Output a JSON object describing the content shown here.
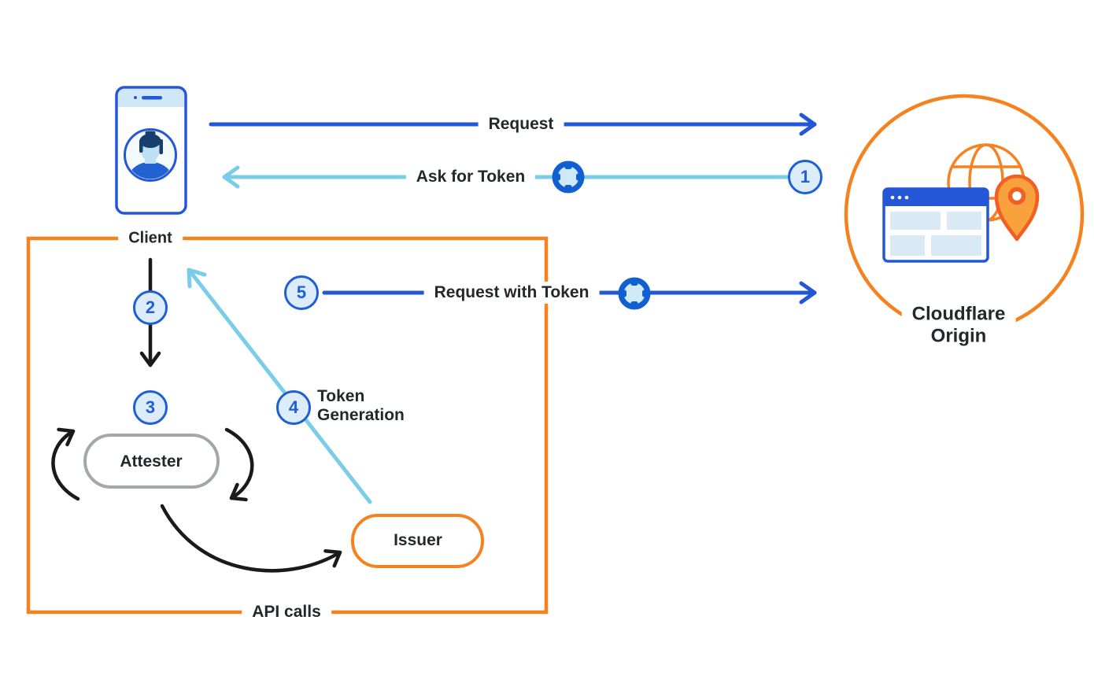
{
  "labels": {
    "client": "Client",
    "attester": "Attester",
    "issuer": "Issuer",
    "api_calls": "API calls",
    "cloudflare_line1": "Cloudflare",
    "cloudflare_line2": "Origin"
  },
  "flows": {
    "request": {
      "label": "Request"
    },
    "ask_for_token": {
      "label": "Ask for Token",
      "step": "1"
    },
    "client_to_attester": {
      "step": "2"
    },
    "attestation": {
      "step": "3"
    },
    "token_generation": {
      "step": "4",
      "label_line1": "Token",
      "label_line2": "Generation"
    },
    "request_with_token": {
      "label": "Request with Token",
      "step": "5"
    }
  },
  "icons": {
    "client_device": "smartphone-avatar-icon",
    "token": "token-icon",
    "origin_globe": "globe-icon",
    "origin_browser": "browser-window-icon",
    "origin_pin": "location-pin-icon"
  },
  "colors": {
    "arrow_blue": "#2456d8",
    "step_blue": "#1e5fd6",
    "cyan": "#7acde8",
    "orange": "#f6821f",
    "ink": "#23282d",
    "gray": "#a0a8ae",
    "step_fill": "#ddecfa",
    "pin_red": "#f15f24",
    "pin_orange": "#f9a13c",
    "panel_blue": "#cfe7f7"
  }
}
